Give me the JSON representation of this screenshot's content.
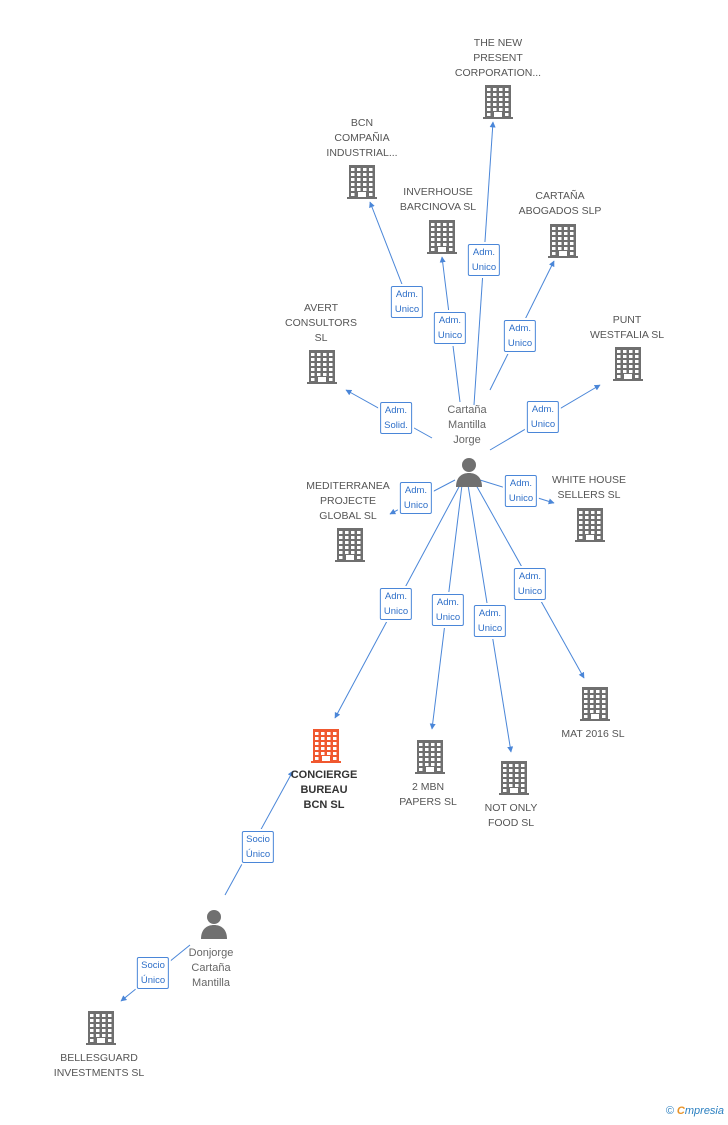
{
  "colors": {
    "edge": "#4a86d8",
    "building": "#6f6f6f",
    "building_focus": "#f0582f",
    "person": "#707070"
  },
  "nodes": [
    {
      "id": "new_present",
      "label": "THE NEW\nPRESENT\nCORPORATION...",
      "icon": "building-icon"
    },
    {
      "id": "bcn_compania",
      "label": "BCN\nCOMPAÑIA\nINDUSTRIAL...",
      "icon": "building-icon"
    },
    {
      "id": "inverhouse",
      "label": "INVERHOUSE\nBARCINOVA SL",
      "icon": "building-icon"
    },
    {
      "id": "cartana_abogados",
      "label": "CARTAÑA\nABOGADOS SLP",
      "icon": "building-icon"
    },
    {
      "id": "avert",
      "label": "AVERT\nCONSULTORS\nSL",
      "icon": "building-icon"
    },
    {
      "id": "punt",
      "label": "PUNT\nWESTFALIA SL",
      "icon": "building-icon"
    },
    {
      "id": "jorge",
      "label": "Cartaña\nMantilla\nJorge",
      "icon": "person-icon"
    },
    {
      "id": "mediterranea",
      "label": "MEDITERRANEA\nPROJECTE\nGLOBAL SL",
      "icon": "building-icon"
    },
    {
      "id": "white_house",
      "label": "WHITE HOUSE\nSELLERS SL",
      "icon": "building-icon"
    },
    {
      "id": "mat2016",
      "label": "MAT 2016 SL",
      "icon": "building-icon"
    },
    {
      "id": "concierge",
      "label": "CONCIERGE\nBUREAU\nBCN SL",
      "icon": "building-icon",
      "focus": true
    },
    {
      "id": "mbn",
      "label": "2 MBN\nPAPERS SL",
      "icon": "building-icon"
    },
    {
      "id": "not_only",
      "label": "NOT ONLY\nFOOD SL",
      "icon": "building-icon"
    },
    {
      "id": "donjorge",
      "label": "Donjorge\nCartaña\nMantilla",
      "icon": "person-icon"
    },
    {
      "id": "bellesguard",
      "label": "BELLESGUARD\nINVESTMENTS SL",
      "icon": "building-icon"
    }
  ],
  "edges": [
    {
      "from": "jorge",
      "to": "new_present",
      "label": "Adm.\nUnico"
    },
    {
      "from": "jorge",
      "to": "bcn_compania",
      "label": "Adm.\nUnico"
    },
    {
      "from": "jorge",
      "to": "inverhouse",
      "label": "Adm.\nUnico"
    },
    {
      "from": "jorge",
      "to": "cartana_abogados",
      "label": "Adm.\nUnico"
    },
    {
      "from": "jorge",
      "to": "avert",
      "label": "Adm.\nSolid."
    },
    {
      "from": "jorge",
      "to": "punt",
      "label": "Adm.\nUnico"
    },
    {
      "from": "jorge",
      "to": "mediterranea",
      "label": "Adm.\nUnico"
    },
    {
      "from": "jorge",
      "to": "white_house",
      "label": "Adm.\nUnico"
    },
    {
      "from": "jorge",
      "to": "concierge",
      "label": "Adm.\nUnico"
    },
    {
      "from": "jorge",
      "to": "mbn",
      "label": "Adm.\nUnico"
    },
    {
      "from": "jorge",
      "to": "not_only",
      "label": "Adm.\nUnico"
    },
    {
      "from": "jorge",
      "to": "mat2016",
      "label": "Adm.\nUnico"
    },
    {
      "from": "donjorge",
      "to": "concierge",
      "label": "Socio\nÚnico"
    },
    {
      "from": "donjorge",
      "to": "bellesguard",
      "label": "Socio\nÚnico"
    }
  ],
  "footer": {
    "copyright": "©",
    "brand_first": "C",
    "brand_rest": "mpresia"
  }
}
